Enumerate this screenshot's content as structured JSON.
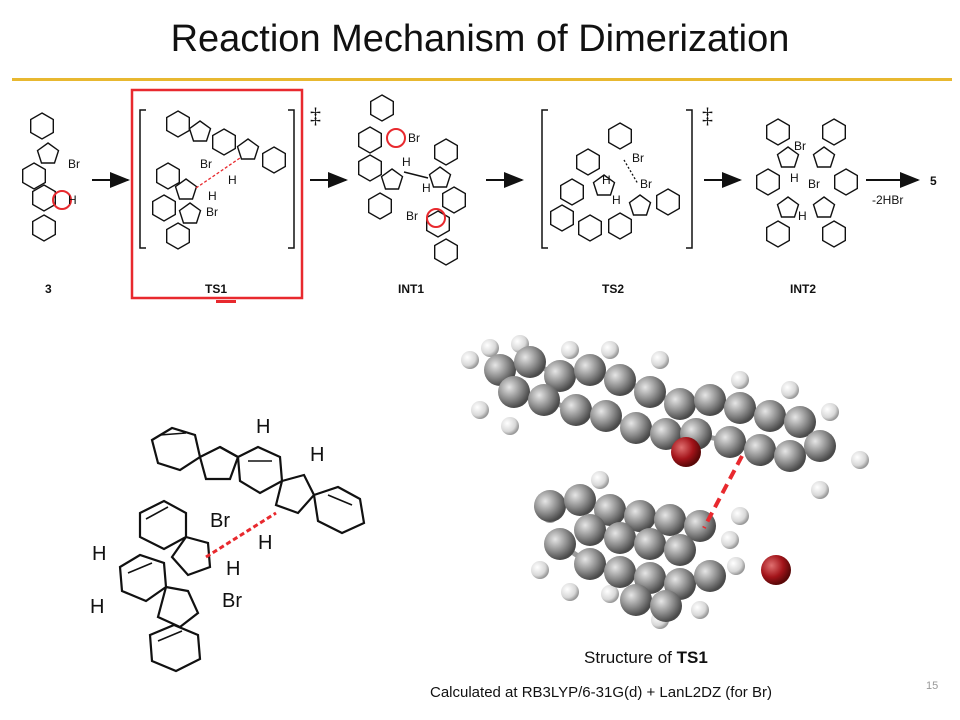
{
  "slide": {
    "title": "Reaction Mechanism of Dimerization",
    "page_number": "15",
    "accent_color": "#e8b830",
    "highlight_color": "#e8292e"
  },
  "scheme": {
    "compounds": [
      {
        "id": "3",
        "label": "3"
      },
      {
        "id": "TS1",
        "label": "TS1"
      },
      {
        "id": "INT1",
        "label": "INT1"
      },
      {
        "id": "TS2",
        "label": "TS2"
      },
      {
        "id": "INT2",
        "label": "INT2"
      }
    ],
    "product": "5",
    "final_arrow_label": "-2HBr",
    "ts_mark": "‡",
    "atom_labels": {
      "br": "Br",
      "h": "H"
    }
  },
  "zoom_structure": {
    "atoms": {
      "br": "Br",
      "h": "H"
    }
  },
  "model": {
    "caption_prefix": "Structure of ",
    "caption_bold": "TS1",
    "calc_note": "Calculated at RB3LYP/6-31G(d) + LanL2DZ (for Br)"
  }
}
